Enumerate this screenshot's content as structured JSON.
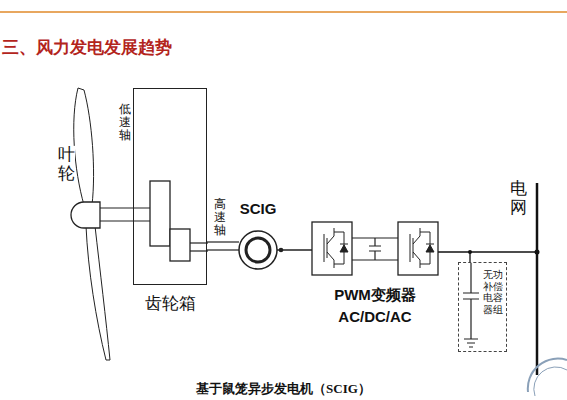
{
  "diagram": {
    "title": "三、风力发电发展趋势",
    "caption": "基于鼠笼异步发电机（SCIG）",
    "nodes": [
      {
        "text": [
          "齿轮箱"
        ]
      },
      {
        "text": [
          "SCIG"
        ]
      },
      {
        "text": [
          "PWM变频器 AC/DC/AC"
        ]
      },
      {
        "text": [
          "无功补偿电容器组"
        ]
      }
    ],
    "edges": [
      {
        "from": 0,
        "to": 1,
        "arrow": "none"
      },
      {
        "from": 1,
        "to": 2,
        "arrow": "none"
      }
    ],
    "labels": [
      "叶轮",
      "低速轴",
      "高速轴",
      "电网"
    ]
  }
}
